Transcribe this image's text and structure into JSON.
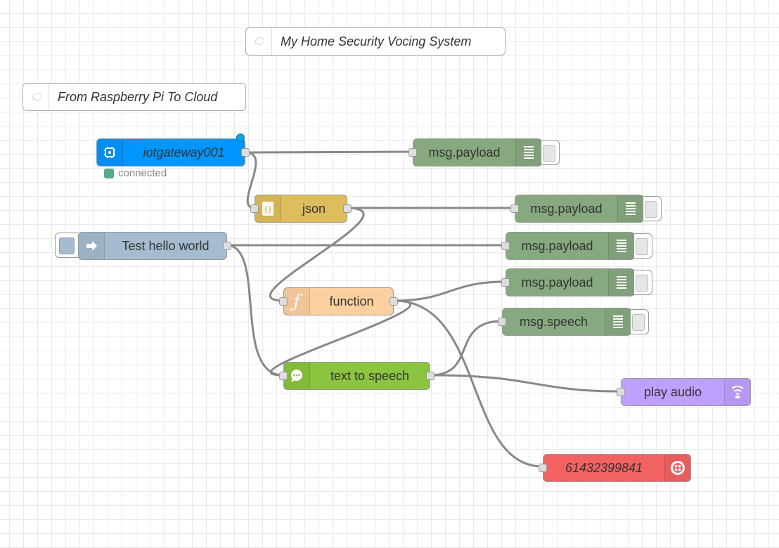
{
  "colors": {
    "wire": "#888888",
    "mqtt": "#0096ff",
    "debug": "#87a980",
    "json": "#debd5c",
    "inject": "#a6bbcf",
    "function": "#fdd0a2",
    "tts": "#8bc43f",
    "play_audio": "#c0a0ff",
    "twilio": "#f26262",
    "status_connected": "#55aa88"
  },
  "comments": [
    {
      "id": "title",
      "text": "My Home Security Vocing System"
    },
    {
      "id": "subtitle",
      "text": "From Raspberry Pi To Cloud"
    }
  ],
  "nodes": {
    "mqtt": {
      "label": "iotgateway001",
      "icon": "chip-icon",
      "status": "connected"
    },
    "json": {
      "label": "json",
      "icon": "braces-icon"
    },
    "inject": {
      "label": "Test hello world",
      "icon": "arrow-in-icon"
    },
    "function": {
      "label": "function",
      "icon": "function-icon"
    },
    "tts": {
      "label": "text to speech",
      "icon": "speech-bubble-icon"
    },
    "debug1": {
      "label": "msg.payload",
      "icon": "debug-list-icon"
    },
    "debug2": {
      "label": "msg.payload",
      "icon": "debug-list-icon"
    },
    "debug3": {
      "label": "msg.payload",
      "icon": "debug-list-icon"
    },
    "debug4": {
      "label": "msg.payload",
      "icon": "debug-list-icon"
    },
    "debug5": {
      "label": "msg.speech",
      "icon": "debug-list-icon"
    },
    "play_audio": {
      "label": "play audio",
      "icon": "wifi-audio-icon"
    },
    "twilio": {
      "label": "61432399841",
      "icon": "twilio-icon"
    }
  }
}
